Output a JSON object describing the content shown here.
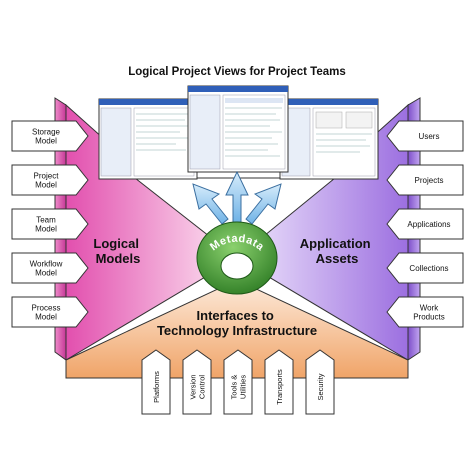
{
  "title": "Logical Project Views for Project Teams",
  "center": {
    "label": "Metadata"
  },
  "left_panel": {
    "heading": [
      "Logical",
      "Models"
    ],
    "items": [
      [
        "Storage",
        "Model"
      ],
      [
        "Project",
        "Model"
      ],
      [
        "Team",
        "Model"
      ],
      [
        "Workflow",
        "Model"
      ],
      [
        "Process",
        "Model"
      ]
    ]
  },
  "right_panel": {
    "heading": [
      "Application",
      "Assets"
    ],
    "items": [
      [
        "Users"
      ],
      [
        "Projects"
      ],
      [
        "Applications"
      ],
      [
        "Collections"
      ],
      [
        "Work",
        "Products"
      ]
    ]
  },
  "bottom_panel": {
    "heading": [
      "Interfaces to",
      "Technology Infrastructure"
    ],
    "items": [
      [
        "Platforms"
      ],
      [
        "Version",
        "Control"
      ],
      [
        "Tools &",
        "Utilities"
      ],
      [
        "Transports"
      ],
      [
        "Security"
      ]
    ]
  },
  "colors": {
    "left_accent": "#e24fae",
    "right_accent": "#9c6fe0",
    "bottom_accent": "#f0a468",
    "arrow_fill": "#a9d3f2",
    "ring_fill": "#48a23a",
    "box_fill": "#ffffff"
  }
}
